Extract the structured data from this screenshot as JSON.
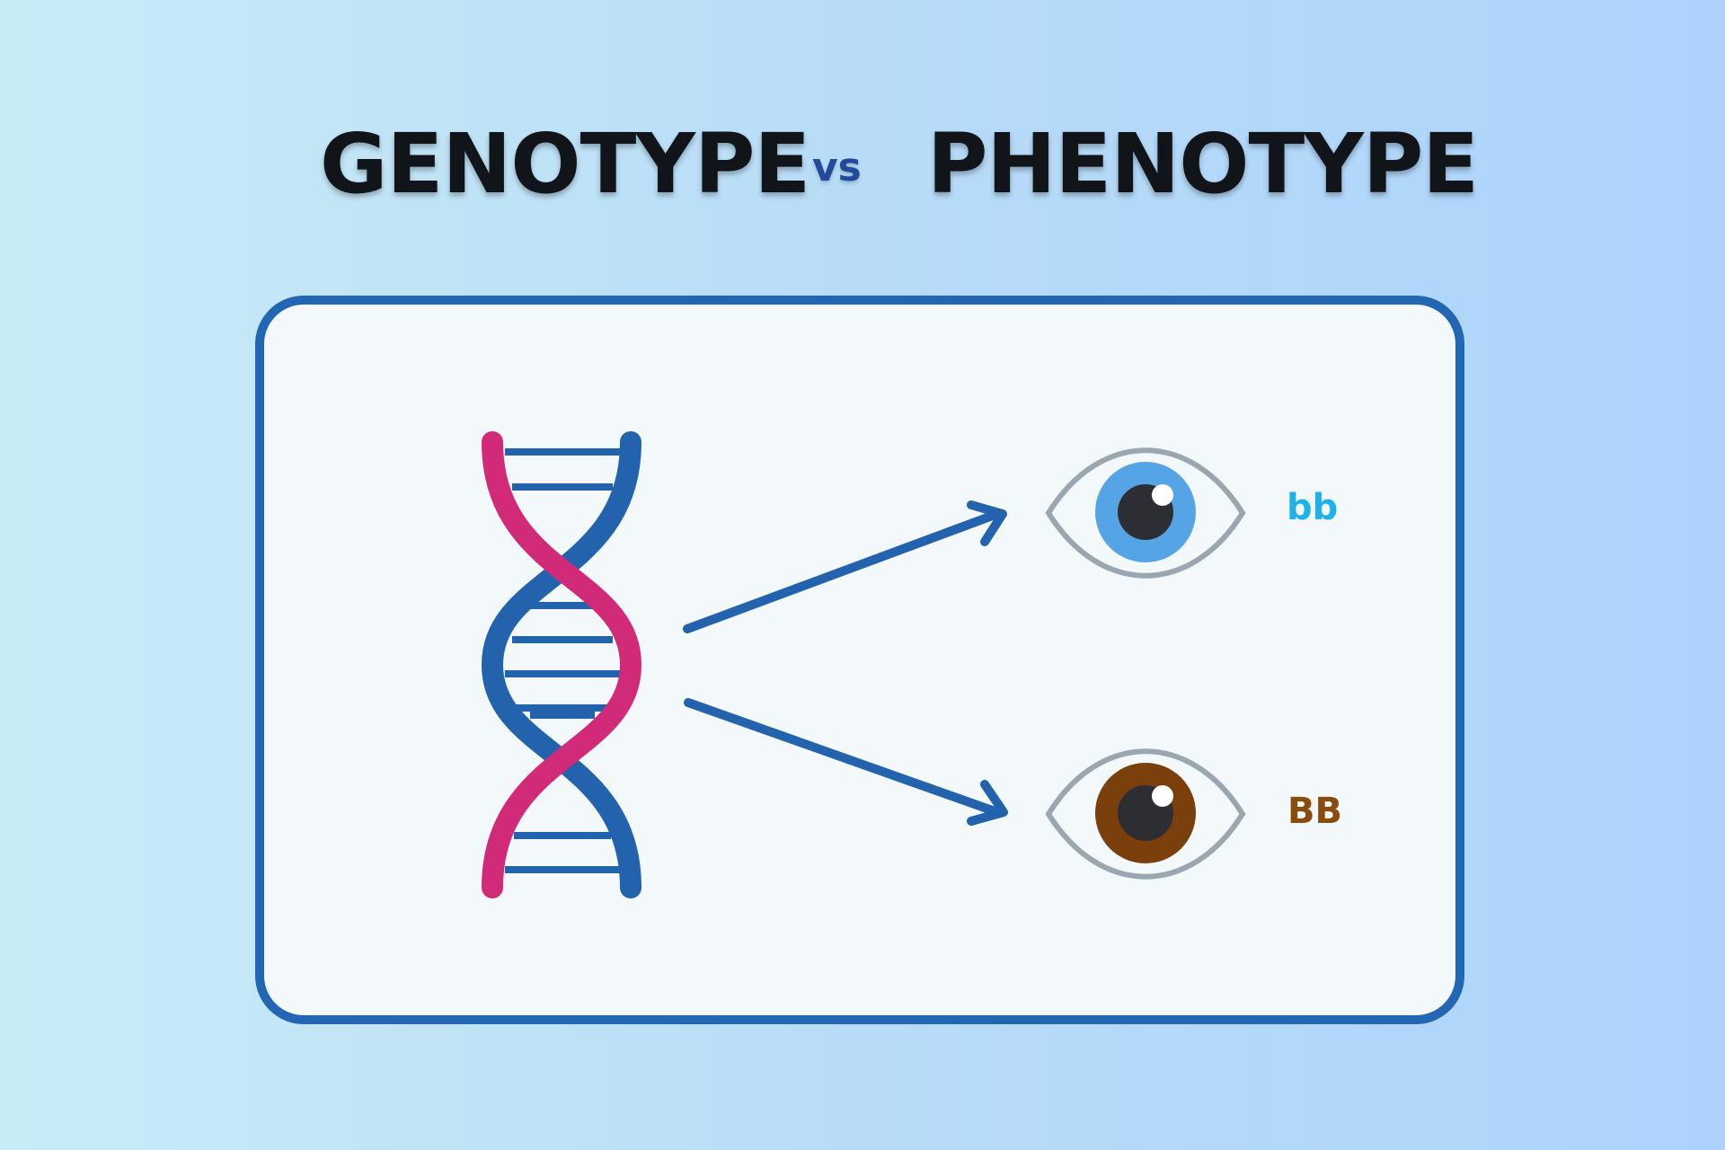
{
  "title": {
    "left": "GENOTYPE",
    "separator": "vs",
    "right": "PHENOTYPE"
  },
  "diagram": {
    "source_icon": "dna-double-helix-icon",
    "outcomes": [
      {
        "icon": "blue-eye-icon",
        "genotype_label": "bb",
        "iris_color": "#55a5e6",
        "label_color": "#1fb2ea"
      },
      {
        "icon": "brown-eye-icon",
        "genotype_label": "BB",
        "iris_color": "#7a3f0b",
        "label_color": "#8a4c0c"
      }
    ]
  },
  "colors": {
    "panel_border": "#2367b4",
    "dna_strand_blue": "#2363ae",
    "dna_strand_pink": "#d02a78",
    "arrow": "#2363ae",
    "pupil": "#2c2e33",
    "eye_outline": "#9aa7b0"
  }
}
